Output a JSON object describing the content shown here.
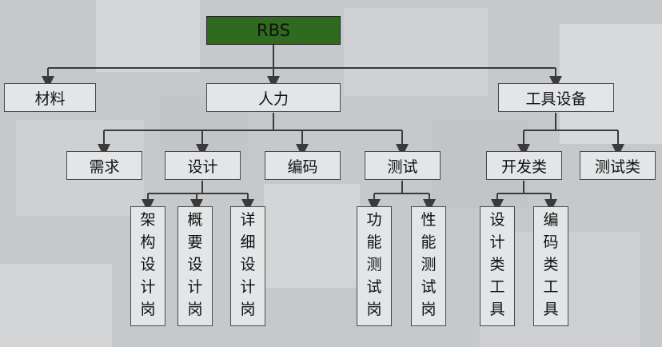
{
  "diagram": {
    "root": "RBS",
    "level1": {
      "materials": "材料",
      "manpower": "人力",
      "equipment": "工具设备"
    },
    "manpower_children": {
      "requirements": "需求",
      "design": "设计",
      "coding": "编码",
      "testing": "测试"
    },
    "equipment_children": {
      "dev_tools": "开发类",
      "test_tools": "测试类"
    },
    "design_children": {
      "architecture": "架构设计岗",
      "outline": "概要设计岗",
      "detailed": "详细设计岗"
    },
    "testing_children": {
      "functional": "功能测试岗",
      "performance": "性能测试岗"
    },
    "dev_tools_children": {
      "design_tools": "设计类工具",
      "coding_tools": "编码类工具"
    }
  },
  "colors": {
    "root_fill": "#2f6a1f",
    "node_fill": "#e4e5e6",
    "line": "#3a3a3a"
  }
}
